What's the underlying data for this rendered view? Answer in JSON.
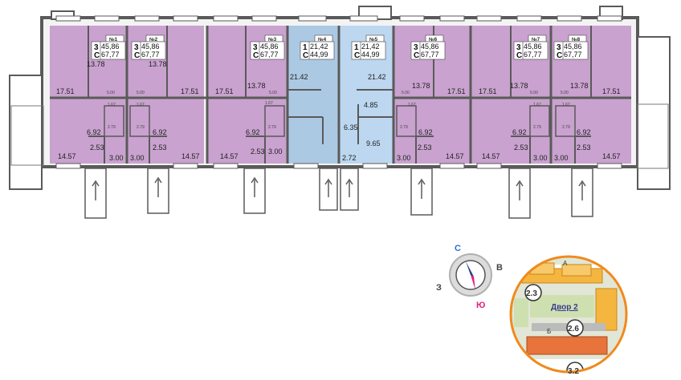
{
  "colors": {
    "wall": "#5a5a5a",
    "apartment_fill": "#c9a2cf",
    "apartment_fill_dark": "#bf94c6",
    "one_room_fill_a": "#acc9e4",
    "one_room_fill_b": "#bcd7ef",
    "compass_south": "#e0217f"
  },
  "apartments": [
    {
      "id": "apt1",
      "number": "№1",
      "rooms": "3",
      "type": "С",
      "area_living": "45,86",
      "area_total": "67,77",
      "highlight": "purple"
    },
    {
      "id": "apt2",
      "number": "№2",
      "rooms": "3",
      "type": "С",
      "area_living": "45,86",
      "area_total": "67,77",
      "highlight": "purple"
    },
    {
      "id": "apt3",
      "number": "№3",
      "rooms": "3",
      "type": "С",
      "area_living": "45,86",
      "area_total": "67,77",
      "highlight": "purple"
    },
    {
      "id": "apt4",
      "number": "№4",
      "rooms": "1",
      "type": "С",
      "area_living": "21,42",
      "area_total": "44,99",
      "highlight": "blue"
    },
    {
      "id": "apt5",
      "number": "№5",
      "rooms": "1",
      "type": "С",
      "area_living": "21,42",
      "area_total": "44,99",
      "highlight": "light-blue"
    },
    {
      "id": "apt6",
      "number": "№6",
      "rooms": "3",
      "type": "С",
      "area_living": "45,86",
      "area_total": "67,77",
      "highlight": "purple"
    },
    {
      "id": "apt7",
      "number": "№7",
      "rooms": "3",
      "type": "С",
      "area_living": "45,86",
      "area_total": "67,77",
      "highlight": "purple"
    },
    {
      "id": "apt8",
      "number": "№8",
      "rooms": "3",
      "type": "С",
      "area_living": "45,86",
      "area_total": "67,77",
      "highlight": "purple"
    }
  ],
  "room_labels": [
    "17.51",
    "13.78",
    "13.78",
    "17.51",
    "17.51",
    "13.78",
    "21.42",
    "21.42",
    "13.78",
    "17.51",
    "17.51",
    "13.78",
    "13.78",
    "17.51",
    "14.57",
    "14.57",
    "14.57",
    "14.57",
    "14.57",
    "14.57",
    "6.92",
    "6.92",
    "6.92",
    "6.92",
    "6.92",
    "6.92",
    "2.53",
    "2.53",
    "2.53",
    "2.53",
    "2.53",
    "2.53",
    "3.00",
    "3.00",
    "3.00",
    "3.00",
    "3.00",
    "3.00",
    "5.00",
    "5.00",
    "5.00",
    "5.00",
    "5.00",
    "5.00",
    "4.85",
    "6.35",
    "9.65",
    "2.72",
    "2.79",
    "2.79",
    "2.79",
    "2.79",
    "2.79",
    "2.79",
    "1.67",
    "1.67",
    "1.67",
    "1.67",
    "1.67",
    "1.67"
  ],
  "compass": {
    "north": "С",
    "east": "В",
    "south": "Ю",
    "west": "З"
  },
  "site_map": {
    "yard_label": "Двор 2",
    "building_a": "2.3",
    "building_b": "2.6",
    "building_c": "3.2",
    "letter_a": "А",
    "letter_b": "Б"
  }
}
